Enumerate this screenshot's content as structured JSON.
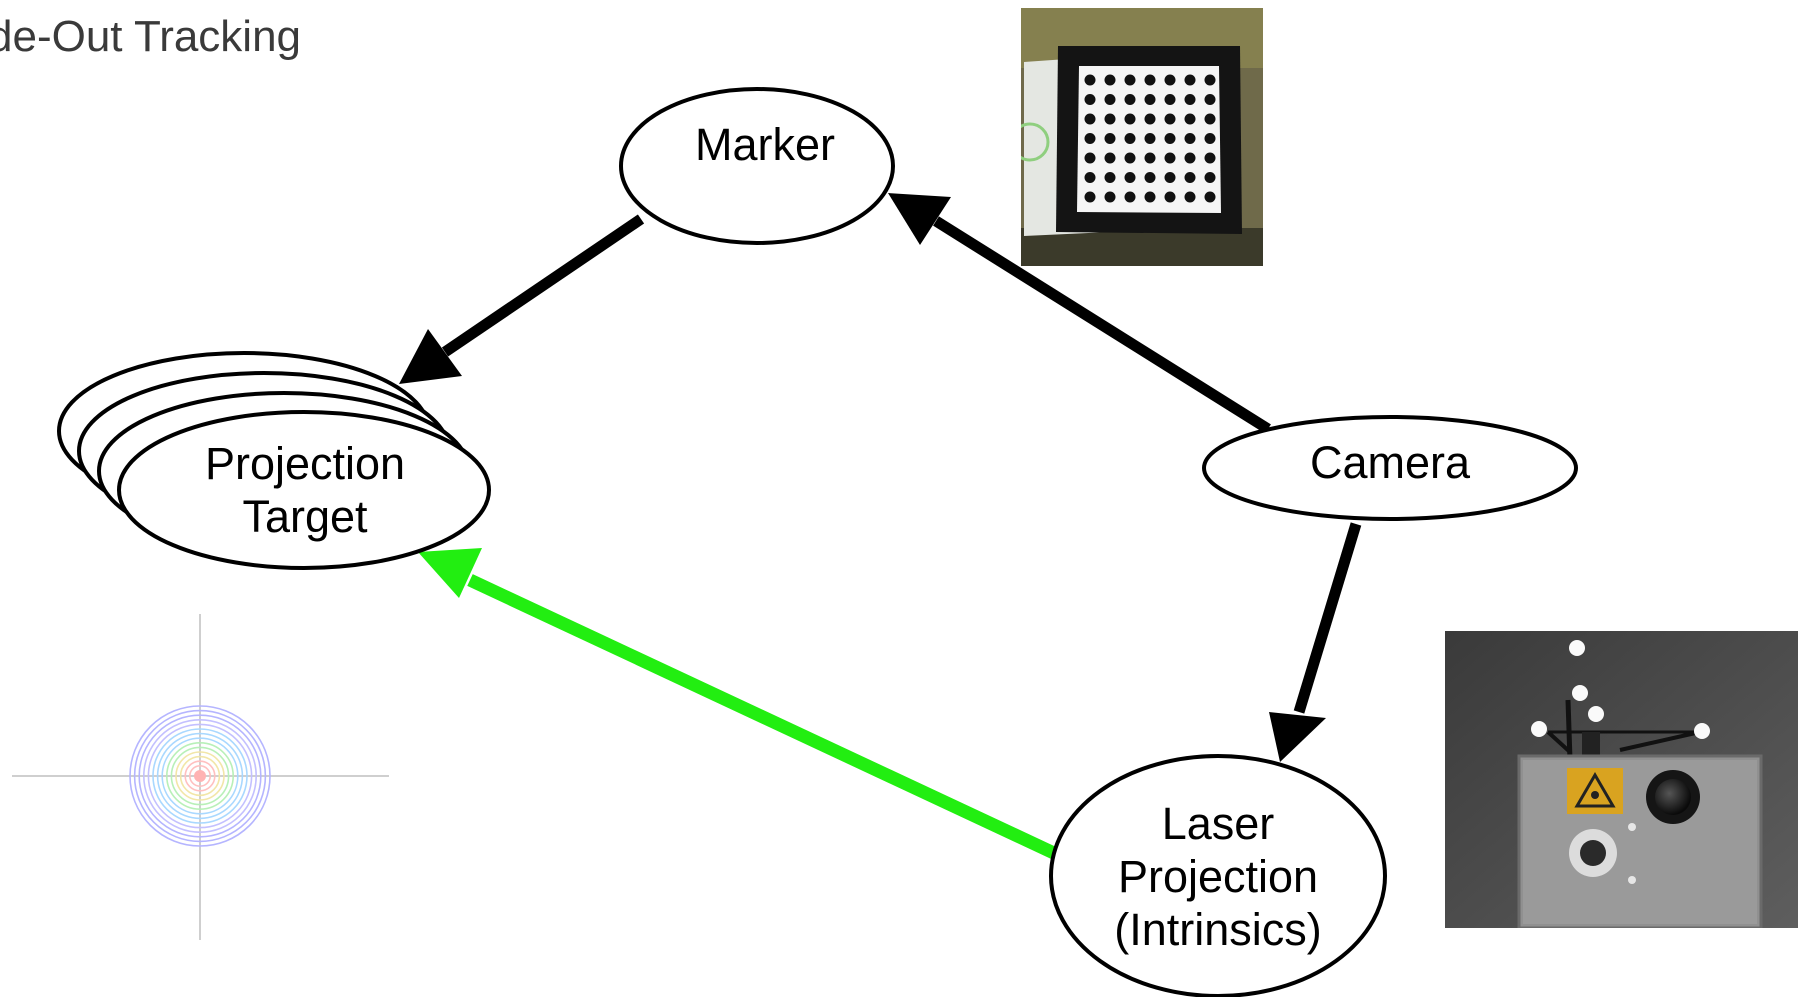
{
  "slide": {
    "title": "de-Out Tracking"
  },
  "nodes": {
    "marker": {
      "label": "Marker"
    },
    "camera": {
      "label": "Camera"
    },
    "target": {
      "line1": "Projection",
      "line2": "Target"
    },
    "laser": {
      "line1": "Laser",
      "line2": "Projection",
      "line3": "(Intrinsics)"
    }
  },
  "edges": [
    {
      "from": "Marker",
      "to": "Projection Target",
      "color": "#000000"
    },
    {
      "from": "Camera",
      "to": "Marker",
      "color": "#000000"
    },
    {
      "from": "Camera",
      "to": "Laser Projection (Intrinsics)",
      "color": "#000000"
    },
    {
      "from": "Laser Projection (Intrinsics)",
      "to": "Projection Target",
      "color": "#22ee11"
    }
  ],
  "images": {
    "marker_photo": "marker-board-photo",
    "projector_photo": "laser-projector-photo",
    "target_icon": "crosshair-target-icon"
  }
}
